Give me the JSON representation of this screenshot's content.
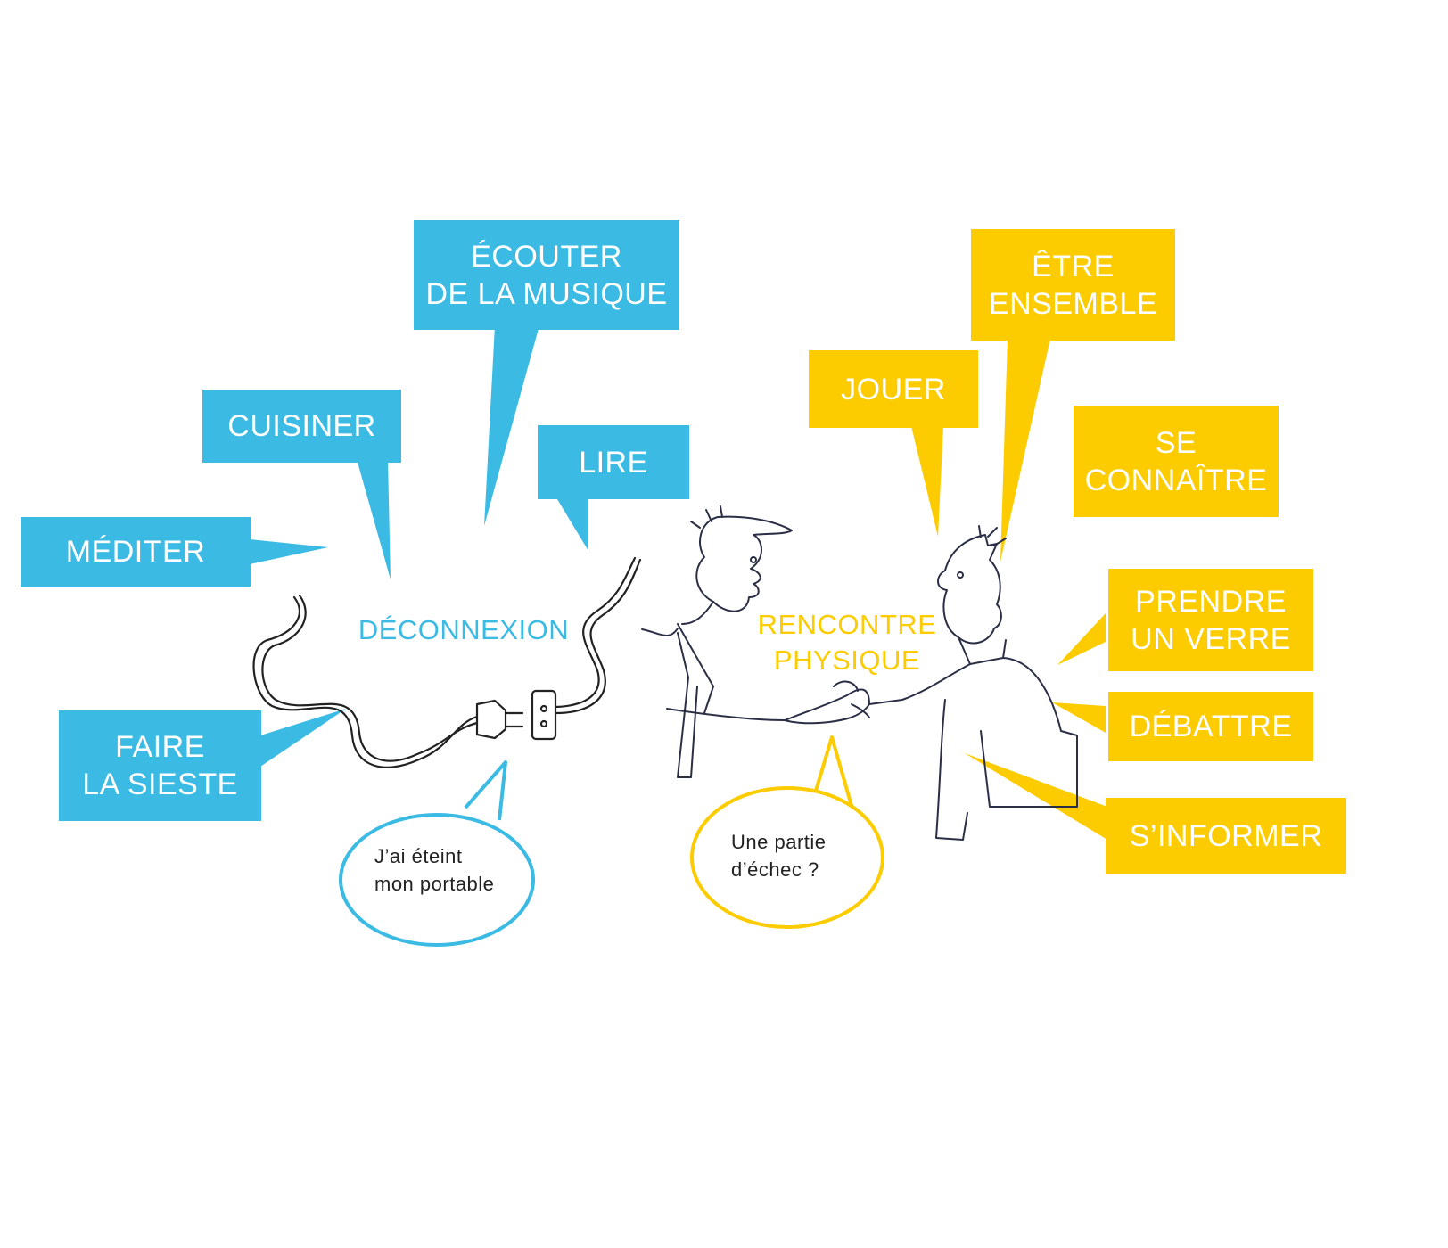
{
  "colors": {
    "blue": "#3bbbe4",
    "yellow": "#fccc00",
    "ink": "#222222"
  },
  "left_cluster": {
    "center": "DÉCONNEXION",
    "activities": {
      "ecouter": [
        "ÉCOUTER",
        "DE LA MUSIQUE"
      ],
      "cuisiner": [
        "CUISINER"
      ],
      "lire": [
        "LIRE"
      ],
      "mediter": [
        "MÉDITER"
      ],
      "sieste": [
        "FAIRE",
        "LA SIESTE"
      ]
    },
    "speech": [
      "J’ai éteint",
      "mon portable"
    ],
    "illustration": "unplugged-cable-icon"
  },
  "right_cluster": {
    "center": [
      "RENCONTRE",
      "PHYSIQUE"
    ],
    "activities": {
      "etre": [
        "ÊTRE",
        "ENSEMBLE"
      ],
      "jouer": [
        "JOUER"
      ],
      "connaitre": [
        "SE",
        "CONNAÎTRE"
      ],
      "verre": [
        "PRENDRE",
        "UN VERRE"
      ],
      "debattre": [
        "DÉBATTRE"
      ],
      "informer": [
        "S’INFORMER"
      ]
    },
    "speech": [
      "Une partie",
      "d’échec ?"
    ],
    "illustration": "handshake-people-icon"
  }
}
